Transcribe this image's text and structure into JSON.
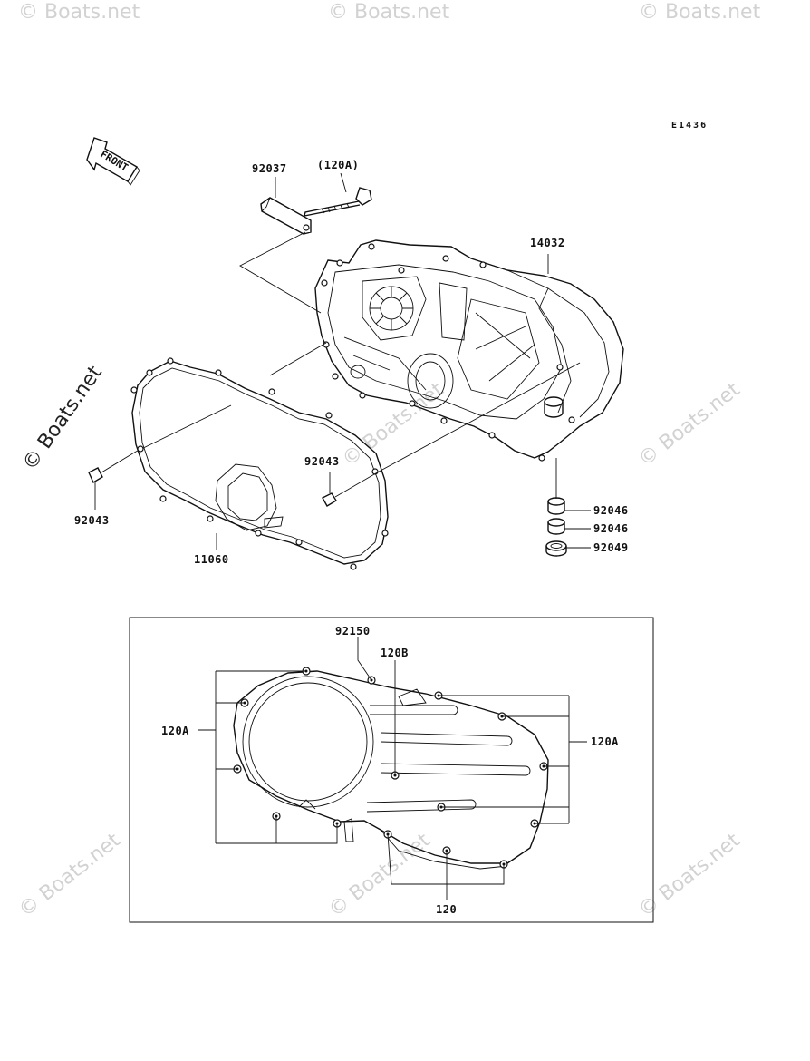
{
  "diagram_code": "E1436",
  "front_arrow_label": "FRONT",
  "watermark": "© Boats.net",
  "parts": {
    "p92037": "92037",
    "p120A_top": "(120A)",
    "p14032": "14032",
    "p92043_left": "92043",
    "p92043_center": "92043",
    "p11060": "11060",
    "p92046_a": "92046",
    "p92046_b": "92046",
    "p92049": "92049"
  },
  "inset": {
    "p92150": "92150",
    "p120B": "120B",
    "p120A_left": "120A",
    "p120A_right": "120A",
    "p120_bottom": "120"
  }
}
